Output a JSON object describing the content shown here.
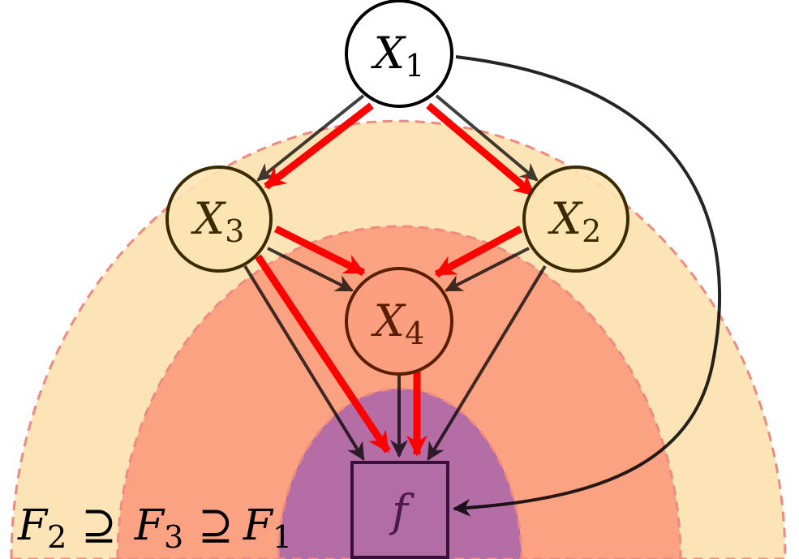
{
  "colors": {
    "outer_region": "#fde3b2",
    "middle_region": "#fb9e80",
    "inner_region": "#b06ca6",
    "region_border": "#f08a80",
    "red_arrow": "#ff0000",
    "black_arrow": "#000000"
  },
  "nodes": {
    "x1": {
      "letter": "X",
      "sub": "1"
    },
    "x2": {
      "letter": "X",
      "sub": "2"
    },
    "x3": {
      "letter": "X",
      "sub": "3"
    },
    "x4": {
      "letter": "X",
      "sub": "4"
    },
    "f": {
      "label": "f"
    }
  },
  "formula": {
    "f2": "F",
    "f2_sub": "2",
    "sup1": "⊇",
    "f3": "F",
    "f3_sub": "3",
    "sup2": "⊇",
    "f1": "F",
    "f1_sub": "1"
  },
  "edges": [
    {
      "from": "X1",
      "to": "X3"
    },
    {
      "from": "X1",
      "to": "X2"
    },
    {
      "from": "X1",
      "to": "f"
    },
    {
      "from": "X3",
      "to": "X4"
    },
    {
      "from": "X2",
      "to": "X4"
    },
    {
      "from": "X3",
      "to": "f"
    },
    {
      "from": "X2",
      "to": "f"
    },
    {
      "from": "X4",
      "to": "f"
    }
  ],
  "highlighted_edges": [
    {
      "from": "X1",
      "to": "X3"
    },
    {
      "from": "X1",
      "to": "X2"
    },
    {
      "from": "X3",
      "to": "X4"
    },
    {
      "from": "X2",
      "to": "X4"
    },
    {
      "from": "X3",
      "to": "f"
    },
    {
      "from": "X4",
      "to": "f"
    }
  ]
}
